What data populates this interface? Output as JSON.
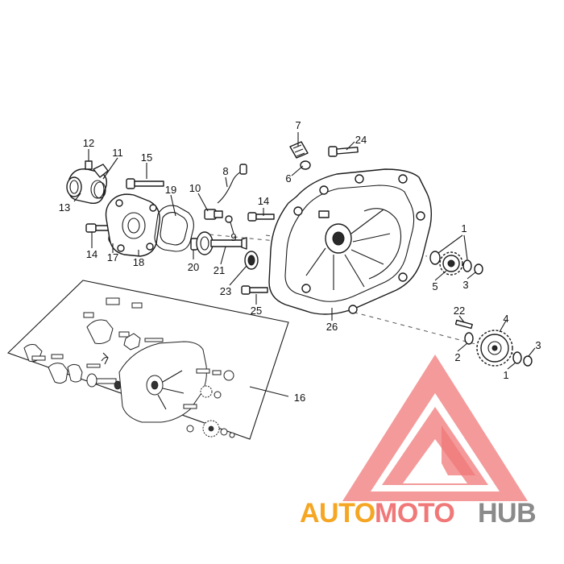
{
  "diagram": {
    "callouts": [
      "1",
      "1",
      "2",
      "2",
      "3",
      "3",
      "4",
      "5",
      "6",
      "7",
      "8",
      "9",
      "10",
      "11",
      "12",
      "13",
      "14",
      "14",
      "15",
      "16",
      "17",
      "18",
      "19",
      "20",
      "21",
      "22",
      "23",
      "24",
      "25",
      "26"
    ]
  },
  "watermark": {
    "brand_part1": "AUTO",
    "brand_part2": "MOTO",
    "brand_part3": "HUB",
    "colors": {
      "orange": "#f5a623",
      "pink": "#f07878",
      "gray": "#8a8a8a"
    }
  }
}
